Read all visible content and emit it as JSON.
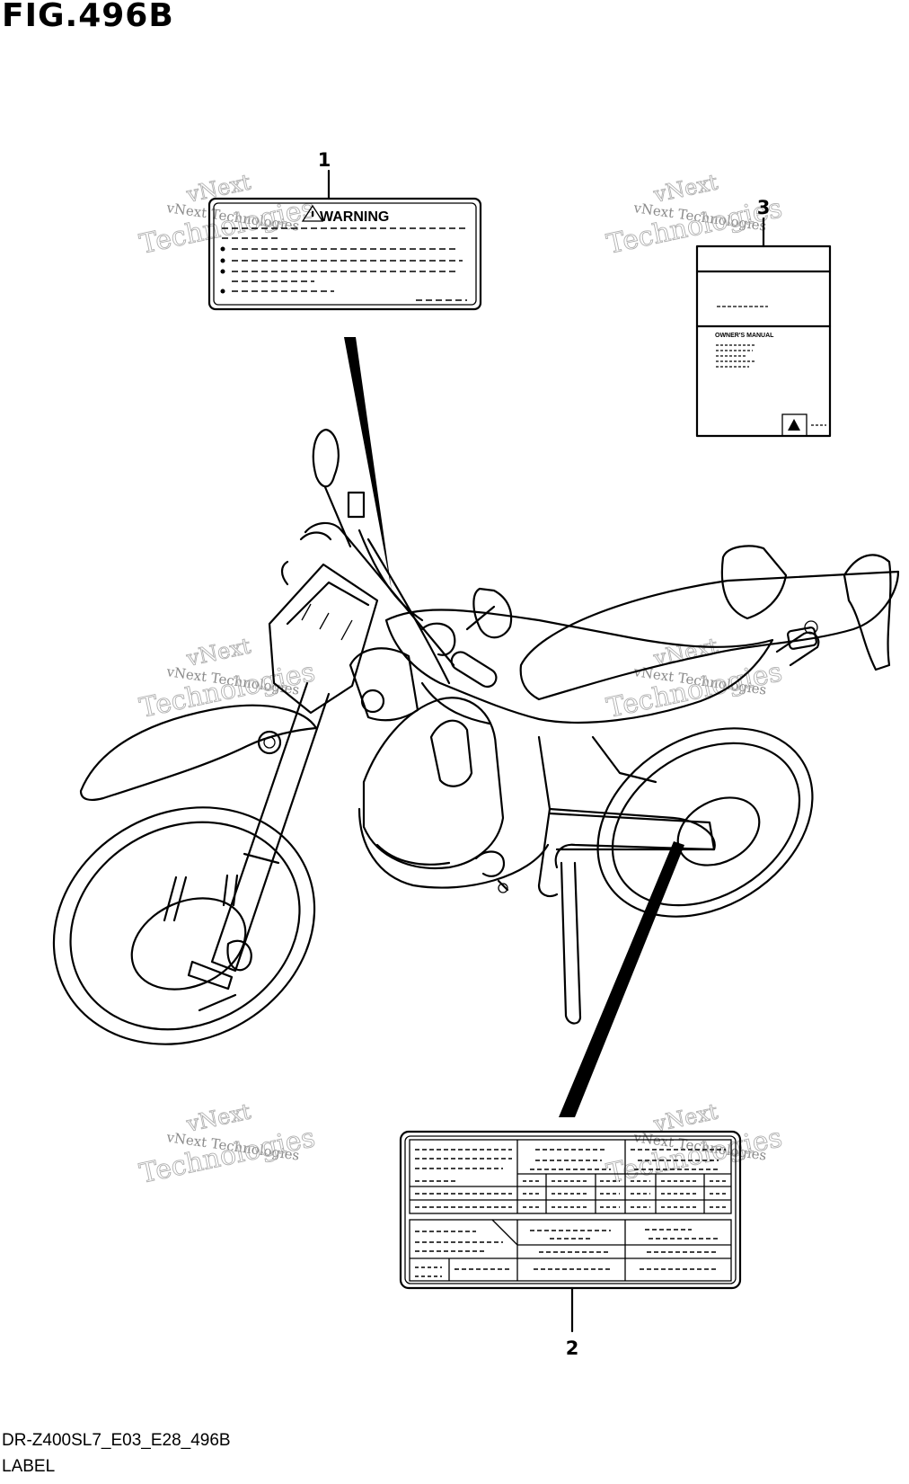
{
  "figure": {
    "title": "FIG.496B",
    "code": "DR-Z400SL7_E03_E28_496B",
    "section": "LABEL"
  },
  "callouts": [
    {
      "number": "1",
      "part": "warning-label"
    },
    {
      "number": "2",
      "part": "information-label"
    },
    {
      "number": "3",
      "part": "owners-manual"
    }
  ],
  "labels": {
    "warning_heading": "WARNING",
    "manual_heading": "OWNER'S MANUAL"
  },
  "watermark": {
    "line1": "vNext Technologies",
    "line2": "vNext",
    "line3": "Technologies"
  }
}
